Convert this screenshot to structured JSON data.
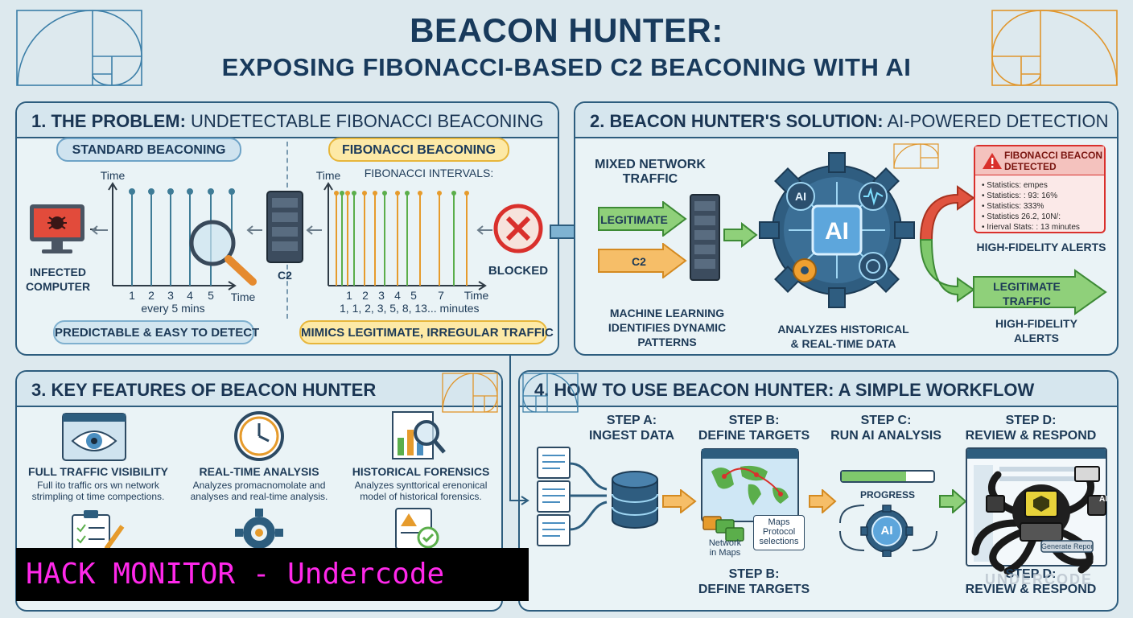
{
  "header": {
    "title": "BEACON HUNTER:",
    "subtitle": "EXPOSING FIBONACCI-BASED C2 BEACONING WITH AI"
  },
  "panel1": {
    "title_strong": "1. THE PROBLEM:",
    "title_rest": " UNDETECTABLE FIBONACCI BEACONING",
    "standard_label": "STANDARD BEACONING",
    "fibonacci_label": "FIBONACCI BEACONING",
    "time_axis": "Time",
    "fib_intervals": "FIBONACCI INTERVALS:",
    "std_ticks": [
      "1",
      "2",
      "3",
      "4",
      "5"
    ],
    "std_caption": "every 5 mins",
    "fib_ticks": [
      "1",
      "2",
      "3",
      "4",
      "5",
      "7"
    ],
    "fib_caption": "1,  1,  2,  3,  5,  8, 13... minutes",
    "infected": "INFECTED\nCOMPUTER",
    "c2": "C2",
    "blocked": "BLOCKED",
    "std_footer": "PREDICTABLE & EASY TO DETECT",
    "fib_footer": "MIMICS LEGITIMATE, IRREGULAR TRAFFIC"
  },
  "panel2": {
    "title_strong": "2. BEACON HUNTER'S SOLUTION:",
    "title_rest": " AI-POWERED DETECTION",
    "mixed_traffic": "MIXED NETWORK\nTRAFFIC",
    "legit_arrow": "LEGITIMATE",
    "c2_arrow": "C2",
    "ml_text": "MACHINE LEARNING\nIDENTIFIES DYNAMIC\nPATTERNS",
    "ai_chip": "AI",
    "ai_small": "AI",
    "analyzes": "ANALYZES HISTORICAL\n& REAL-TIME DATA",
    "alert_title": "FIBONACCI BEACON\nDETECTED",
    "alert_lines": [
      "• Statistics: empes",
      "• Statistics: : 93: 16%",
      "• Statistics: 333%",
      "• Statistics 26.2, 10N/:",
      "• Irierval Stats: : 13 minutes"
    ],
    "hf_alerts": "HIGH-FIDELITY ALERTS",
    "legit_traffic": "LEGITIMATE\nTRAFFIC",
    "hf_alerts2": "HIGH-FIDELITY\nALERTS"
  },
  "panel3": {
    "title": "3. KEY FEATURES OF BEACON HUNTER",
    "features": [
      {
        "title": "FULL TRAFFIC VISIBILITY",
        "desc": "Full ito traffic ors wn network\nstrimpling ot time compections."
      },
      {
        "title": "REAL-TIME ANALYSIS",
        "desc": "Analyzes promacnomolate and\nanalyses and real-time analysis."
      },
      {
        "title": "HISTORICAL FORENSICS",
        "desc": "Analyzes synttorical erenonical\nmodel of historical forensics."
      }
    ]
  },
  "panel4": {
    "title": "4. HOW TO USE BEACON HUNTER: A SIMPLE WORKFLOW",
    "steps": [
      "STEP A:\nINGEST DATA",
      "STEP B:\nDEFINE TARGETS",
      "STEP C:\nRUN AI ANALYSIS",
      "STEP D:\nREVIEW & RESPOND"
    ],
    "network_in_maps": "Network\nin Maps",
    "maps_protocol": "Maps\nProtocol\nselections",
    "progress": "PROGRESS",
    "ai_label": "AI",
    "ai_label2": "AI",
    "report_btn": "Generate Report",
    "bottom_step_b": "STEP B:\nDEFINE TARGETS",
    "bottom_step_d": "STEP D:\nREVIEW & RESPOND",
    "watermark": "UNDERCODE"
  },
  "banner": {
    "text": "HACK MONITOR - Undercode"
  },
  "colors": {
    "navy": "#183a5c",
    "panel_border": "#2d5d7e",
    "green": "#5cb85c",
    "orange": "#f0a030",
    "red": "#d9302c",
    "magenta": "#ff28ea"
  }
}
